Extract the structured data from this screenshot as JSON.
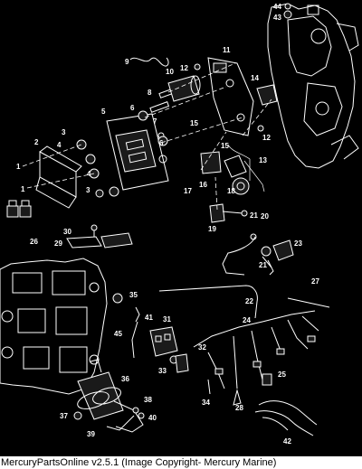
{
  "caption": "MercuryPartsOnline v2.5.1 (Image Copyright- Mercury Marine)",
  "callouts": [
    {
      "id": "1a",
      "text": "1"
    },
    {
      "id": "1b",
      "text": "1"
    },
    {
      "id": "2",
      "text": "2"
    },
    {
      "id": "3a",
      "text": "3"
    },
    {
      "id": "3b",
      "text": "3"
    },
    {
      "id": "4a",
      "text": "4"
    },
    {
      "id": "4b",
      "text": "4"
    },
    {
      "id": "5",
      "text": "5"
    },
    {
      "id": "6a",
      "text": "6"
    },
    {
      "id": "6b",
      "text": "6"
    },
    {
      "id": "7",
      "text": "7"
    },
    {
      "id": "8",
      "text": "8"
    },
    {
      "id": "9",
      "text": "9"
    },
    {
      "id": "10",
      "text": "10"
    },
    {
      "id": "11",
      "text": "11"
    },
    {
      "id": "12a",
      "text": "12"
    },
    {
      "id": "12b",
      "text": "12"
    },
    {
      "id": "13",
      "text": "13"
    },
    {
      "id": "14",
      "text": "14"
    },
    {
      "id": "15a",
      "text": "15"
    },
    {
      "id": "15b",
      "text": "15"
    },
    {
      "id": "16",
      "text": "16"
    },
    {
      "id": "17",
      "text": "17"
    },
    {
      "id": "18",
      "text": "18"
    },
    {
      "id": "19",
      "text": "19"
    },
    {
      "id": "20",
      "text": "20"
    },
    {
      "id": "21a",
      "text": "21"
    },
    {
      "id": "21b",
      "text": "21"
    },
    {
      "id": "22",
      "text": "22"
    },
    {
      "id": "23",
      "text": "23"
    },
    {
      "id": "24",
      "text": "24"
    },
    {
      "id": "25",
      "text": "25"
    },
    {
      "id": "26",
      "text": "26"
    },
    {
      "id": "27",
      "text": "27"
    },
    {
      "id": "28",
      "text": "28"
    },
    {
      "id": "29",
      "text": "29"
    },
    {
      "id": "30",
      "text": "30"
    },
    {
      "id": "31",
      "text": "31"
    },
    {
      "id": "32",
      "text": "32"
    },
    {
      "id": "33",
      "text": "33"
    },
    {
      "id": "34",
      "text": "34"
    },
    {
      "id": "35",
      "text": "35"
    },
    {
      "id": "36",
      "text": "36"
    },
    {
      "id": "37",
      "text": "37"
    },
    {
      "id": "38",
      "text": "38"
    },
    {
      "id": "39",
      "text": "39"
    },
    {
      "id": "40",
      "text": "40"
    },
    {
      "id": "41",
      "text": "41"
    },
    {
      "id": "42",
      "text": "42"
    },
    {
      "id": "43",
      "text": "43"
    },
    {
      "id": "44",
      "text": "44"
    },
    {
      "id": "45",
      "text": "45"
    }
  ]
}
